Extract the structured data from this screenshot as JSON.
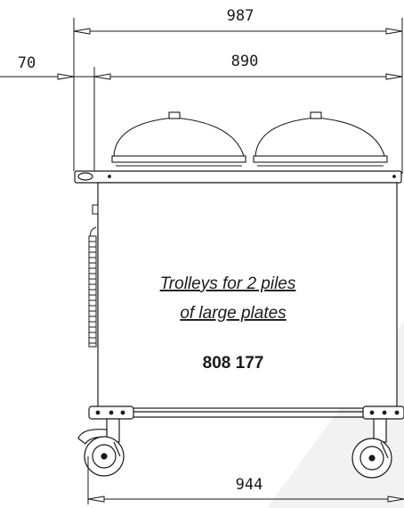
{
  "dimensions": {
    "overall_width": "987",
    "body_width": "890",
    "handle_offset": "70",
    "wheelbase": "944"
  },
  "caption": {
    "line1": "Trolleys for 2 piles",
    "line2": "of large plates",
    "product_code": "808 177"
  }
}
